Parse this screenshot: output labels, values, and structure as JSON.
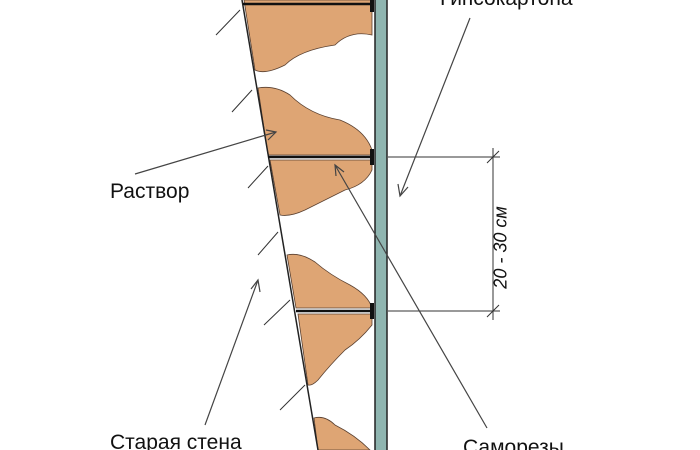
{
  "labels": {
    "drywall": "Гипсокартона",
    "mortar": "Раствор",
    "old_wall": "Старая стена",
    "screws": "Саморезы",
    "spacing": "20 - 30 см"
  },
  "colors": {
    "mortar": "#dea574",
    "board": "#8fb5b0",
    "line": "#222222"
  }
}
